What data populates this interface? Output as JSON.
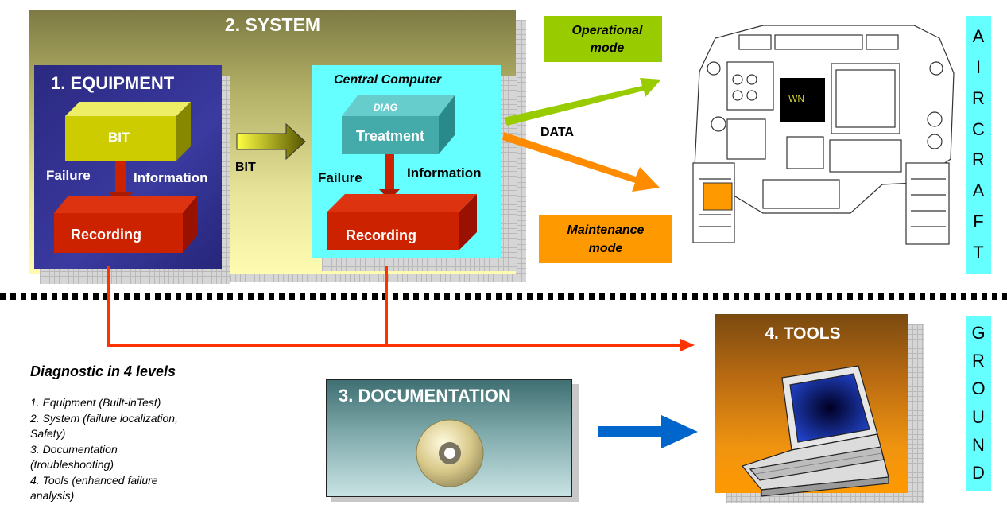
{
  "system": {
    "title": "2. SYSTEM"
  },
  "equipment": {
    "title": "1. EQUIPMENT",
    "bit": "BIT",
    "failure": "Failure",
    "information": "Information",
    "recording": "Recording"
  },
  "bit_arrow_label": "BIT",
  "central": {
    "title": "Central Computer",
    "diag": "DIAG",
    "treatment": "Treatment",
    "failure": "Failure",
    "information": "Information",
    "recording": "Recording"
  },
  "operational_mode": {
    "line1": "Operational",
    "line2": "mode"
  },
  "maintenance_mode": {
    "line1": "Maintenance",
    "line2": "mode"
  },
  "data_label": "DATA",
  "cockpit": {
    "screen_text": "WN"
  },
  "aircraft_letters": [
    "A",
    "I",
    "R",
    "C",
    "R",
    "A",
    "F",
    "T"
  ],
  "ground_letters": [
    "G",
    "R",
    "O",
    "U",
    "N",
    "D"
  ],
  "tools": {
    "title": "4. TOOLS"
  },
  "documentation": {
    "title": "3. DOCUMENTATION"
  },
  "diagnostic": {
    "heading": "Diagnostic in 4 levels",
    "lines": [
      "1. Equipment (Built-inTest)",
      "2. System (failure localization,",
      "Safety)",
      "3. Documentation",
      "(troubleshooting)",
      "4. Tools (enhanced failure",
      "analysis)"
    ]
  },
  "colors": {
    "system_top": "#7c7a42",
    "system_bottom": "#fffbb0",
    "equipment_box": "#2b2980",
    "central_box": "#66ffff",
    "bit_block": "#cccc00",
    "recording_block": "#cc2200",
    "treatment_block": "#44aaaa",
    "green_arrow": "#99cc00",
    "orange_arrow": "#ff8c00",
    "red_line": "#ff3300",
    "blue_arrow": "#0066cc",
    "tools_top": "#7a4a10",
    "tools_bottom": "#ff9900",
    "side_label_bg": "#66ffff"
  }
}
